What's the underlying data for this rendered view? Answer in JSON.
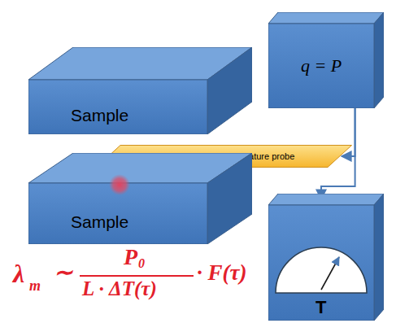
{
  "diagram": {
    "nodes": [
      {
        "text": [
          "Sample"
        ]
      },
      {
        "text": [
          "Heat source and temperature probe"
        ]
      },
      {
        "text": [
          "Sample"
        ]
      },
      {
        "text": [
          "q = P"
        ]
      },
      {
        "text": [
          "T"
        ]
      }
    ],
    "edges": [
      {
        "from": 3,
        "to": 1,
        "arrow": "to"
      },
      {
        "from": 3,
        "to": 4,
        "arrow": "to"
      }
    ],
    "labels": [
      "λ",
      "m",
      "∼",
      "P",
      "0",
      "L · ΔT(τ)",
      "· F(τ)"
    ]
  }
}
